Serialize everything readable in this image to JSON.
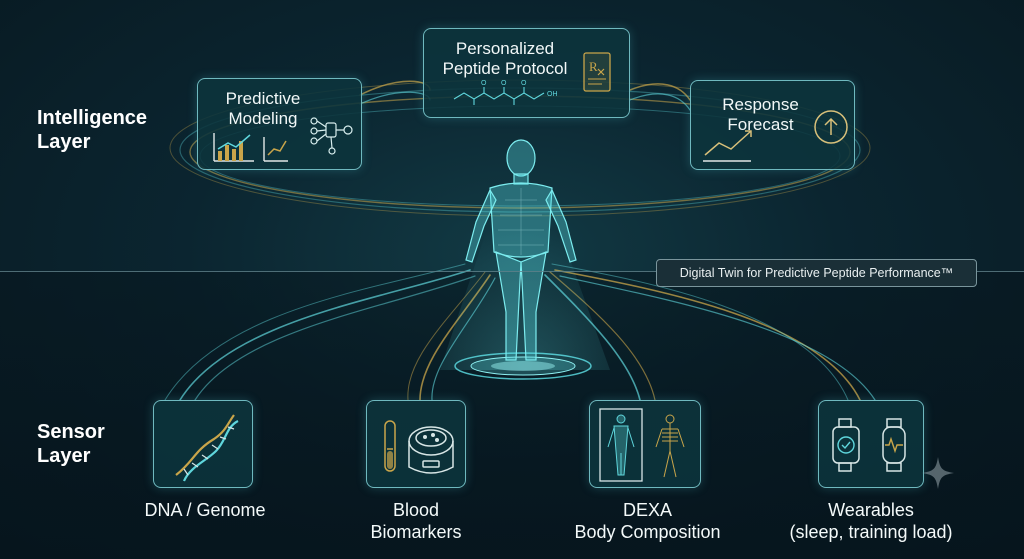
{
  "layers": {
    "intelligence": [
      "Intelligence",
      "Layer"
    ],
    "sensor": [
      "Sensor",
      "Layer"
    ]
  },
  "cards": {
    "predictive_modeling": [
      "Predictive",
      "Modeling"
    ],
    "peptide_protocol": [
      "Personalized",
      "Peptide Protocol"
    ],
    "response_forecast": [
      "Response",
      "Forecast"
    ]
  },
  "twin_badge": "Digital Twin for Predictive Peptide Performance™",
  "sensors": {
    "dna": [
      "DNA / Genome"
    ],
    "blood": [
      "Blood",
      "Biomarkers"
    ],
    "dexa": [
      "DEXA",
      "Body Composition"
    ],
    "wearables": [
      "Wearables",
      "(sleep, training load)"
    ]
  },
  "icons": {
    "prescription": "rx-icon",
    "molecule": "peptide-molecule-icon",
    "forecast": "trend-up-icon",
    "arrow": "arrow-up-circle-icon"
  },
  "colors": {
    "teal": "#5fd6dc",
    "gold": "#c9a54a",
    "card_border": "#6fb9bf"
  }
}
